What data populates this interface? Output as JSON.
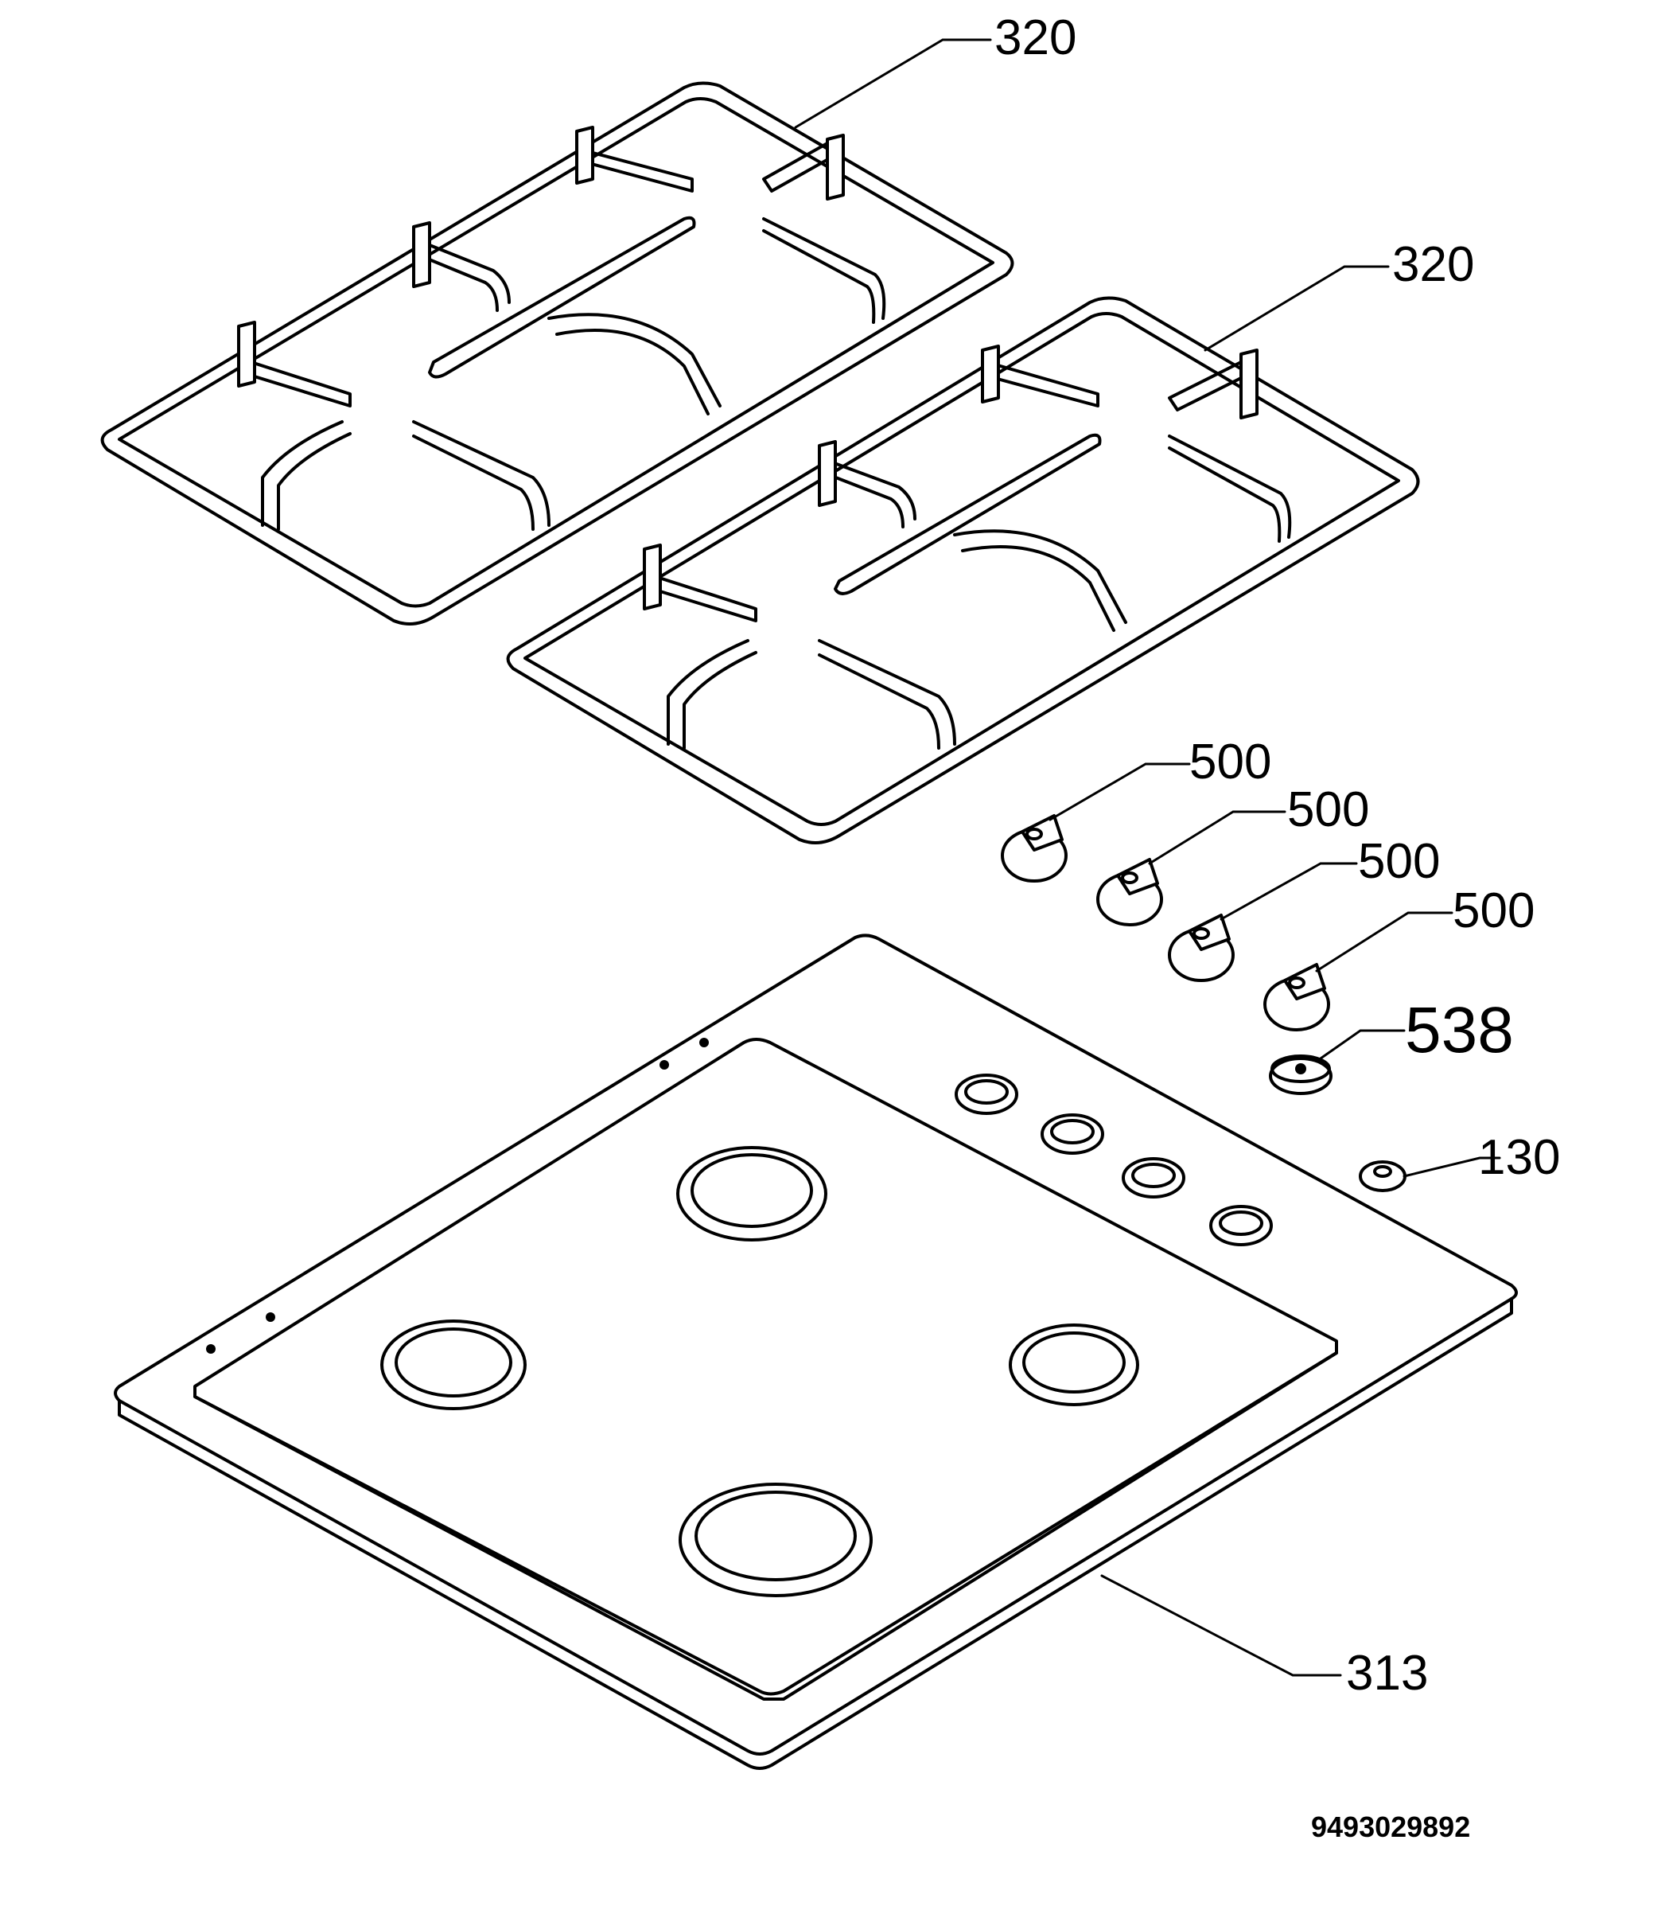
{
  "diagram": {
    "parts": [
      {
        "id": "grate-1",
        "label": "320",
        "name": "Pan support grid"
      },
      {
        "id": "grate-2",
        "label": "320",
        "name": "Pan support grid"
      },
      {
        "id": "knob-1",
        "label": "500",
        "name": "Control knob"
      },
      {
        "id": "knob-2",
        "label": "500",
        "name": "Control knob"
      },
      {
        "id": "knob-3",
        "label": "500",
        "name": "Control knob"
      },
      {
        "id": "knob-4",
        "label": "500",
        "name": "Control knob"
      },
      {
        "id": "ignition-button",
        "label": "538",
        "name": "Ignition button"
      },
      {
        "id": "small-bushing",
        "label": "130",
        "name": "Bushing"
      },
      {
        "id": "hob-top",
        "label": "313",
        "name": "Hob top plate"
      }
    ],
    "drawing_number": "9493029892"
  }
}
